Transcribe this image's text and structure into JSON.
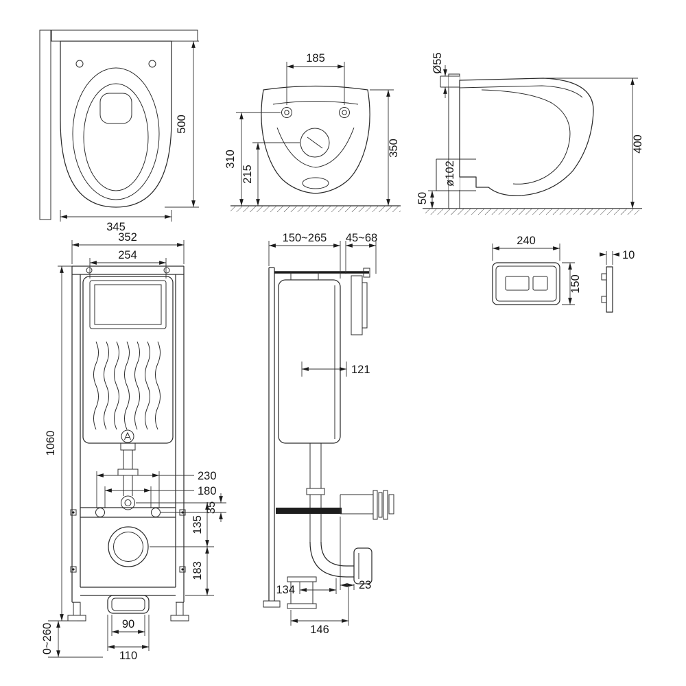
{
  "views": {
    "toilet_top": {
      "depth": "500",
      "width": "345"
    },
    "toilet_front": {
      "hole_spacing": "185",
      "inlet_height": "310",
      "outlet_height": "215",
      "total_height": "350"
    },
    "toilet_side": {
      "inlet_diameter": "Ø55",
      "depth": "400",
      "outlet_floor_offset": "50",
      "outlet_diameter": "ø102"
    },
    "frame_front": {
      "outer_width": "352",
      "inner_width": "254",
      "height": "1060",
      "spacing_outer": "230",
      "spacing_inner": "180",
      "offset_a": "135",
      "offset_b": "35",
      "offset_c": "183",
      "feet_range": "0~260",
      "outlet_inner_width": "90",
      "outlet_outer_width": "110"
    },
    "frame_side": {
      "depth_range": "150~265",
      "panel_range": "45~68",
      "cistern_depth": "121",
      "offset_a": "23",
      "offset_b": "134",
      "offset_c": "146"
    },
    "flush_plate": {
      "width": "240",
      "height": "150",
      "thickness": "10"
    }
  }
}
